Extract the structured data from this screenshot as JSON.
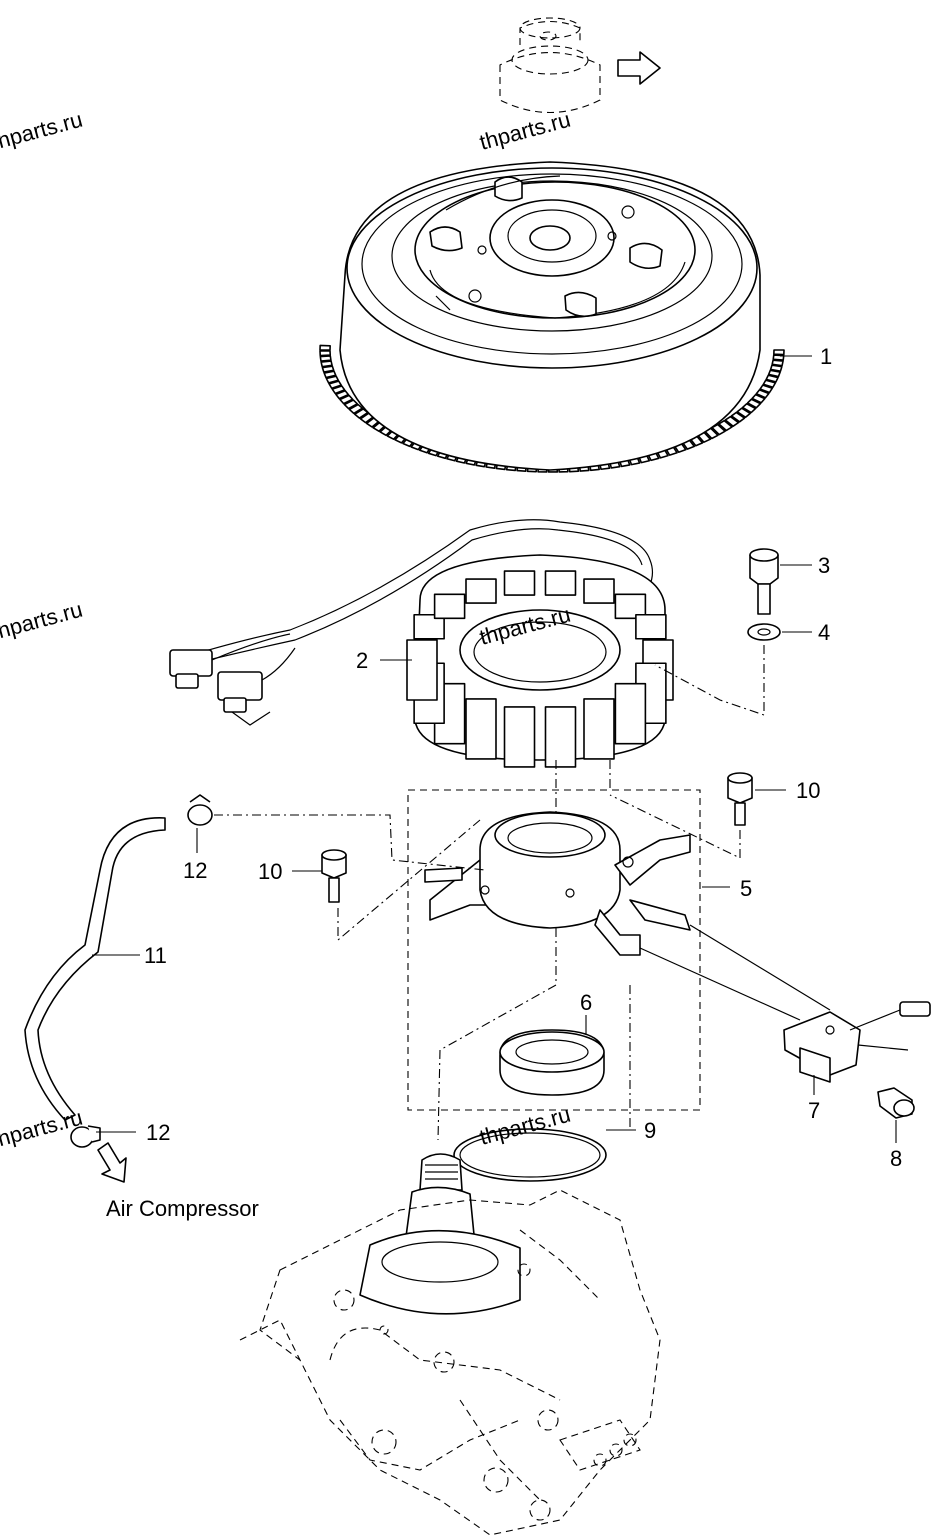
{
  "callouts": {
    "c1": "1",
    "c2": "2",
    "c3": "3",
    "c4": "4",
    "c5": "5",
    "c6": "6",
    "c7": "7",
    "c8": "8",
    "c9": "9",
    "c10a": "10",
    "c10b": "10",
    "c11": "11",
    "c12a": "12",
    "c12b": "12"
  },
  "labels": {
    "air_compressor": "Air Compressor"
  },
  "watermarks": {
    "w1": "thparts.ru",
    "w2": "thparts.ru",
    "w3": "thparts.ru",
    "w4": "thparts.ru",
    "w5": "thparts.ru",
    "w6": "thparts.ru"
  }
}
